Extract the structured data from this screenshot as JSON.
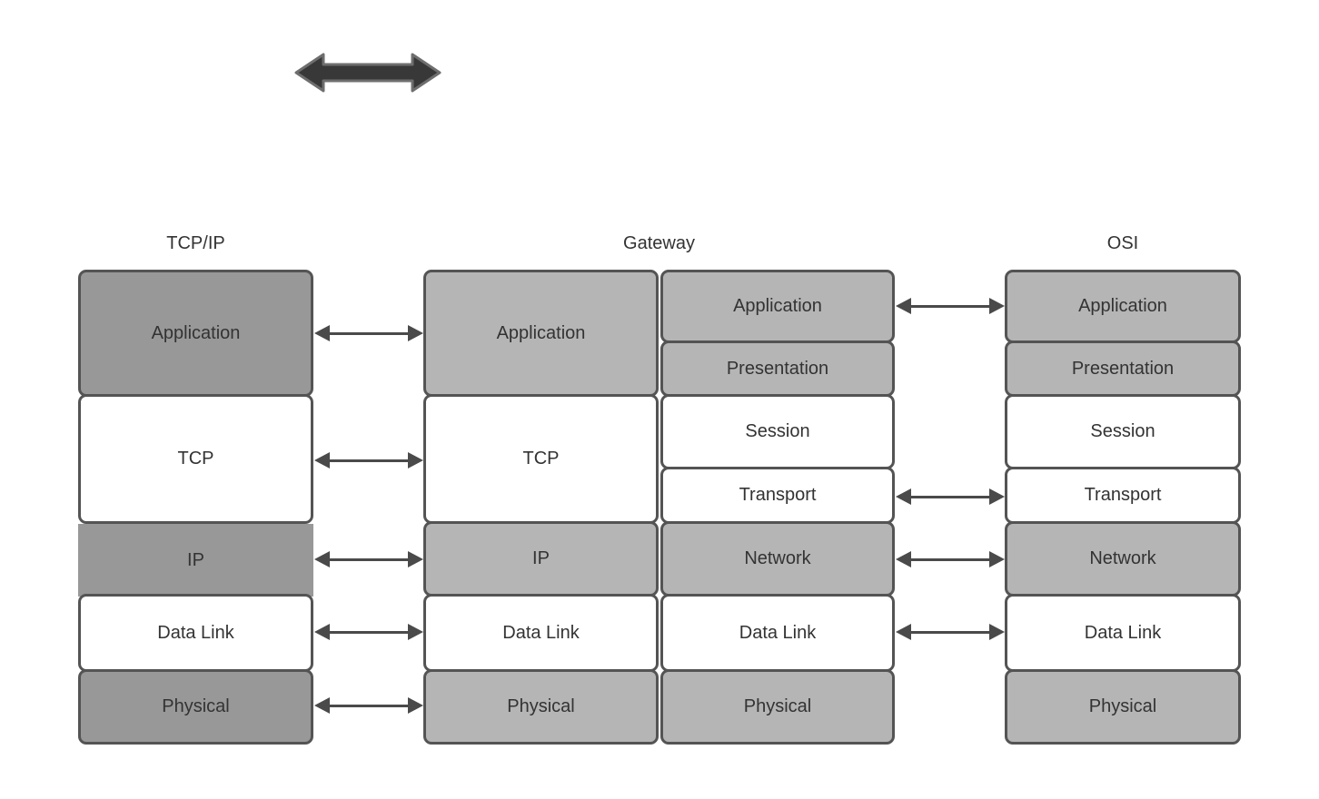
{
  "headers": {
    "tcpip": "TCP/IP",
    "gateway": "Gateway",
    "osi": "OSI"
  },
  "columns": {
    "tcpip": {
      "layers": [
        {
          "label": "Application"
        },
        {
          "label": "TCP"
        },
        {
          "label": "IP"
        },
        {
          "label": "Data Link"
        },
        {
          "label": "Physical"
        }
      ]
    },
    "gateway_left": {
      "layers": [
        {
          "label": "Application"
        },
        {
          "label": "TCP"
        },
        {
          "label": "IP"
        },
        {
          "label": "Data Link"
        },
        {
          "label": "Physical"
        }
      ]
    },
    "gateway_right": {
      "layers": [
        {
          "label": "Application"
        },
        {
          "label": "Presentation"
        },
        {
          "label": "Session"
        },
        {
          "label": "Transport"
        },
        {
          "label": "Network"
        },
        {
          "label": "Data Link"
        },
        {
          "label": "Physical"
        }
      ]
    },
    "osi": {
      "layers": [
        {
          "label": "Application"
        },
        {
          "label": "Presentation"
        },
        {
          "label": "Session"
        },
        {
          "label": "Transport"
        },
        {
          "label": "Network"
        },
        {
          "label": "Data Link"
        },
        {
          "label": "Physical"
        }
      ]
    }
  },
  "icons": {
    "thick_double_arrow": "double-headed-arrow"
  },
  "colors": {
    "gray_dark": "#989898",
    "gray_light": "#b5b5b5",
    "box_white": "#ffffff",
    "border": "#545454",
    "arrow": "#4a4a4a",
    "thick_arrow_fill": "#383838",
    "thick_arrow_stroke": "#6e6e6e",
    "text": "#333333",
    "background": "#ffffff"
  }
}
